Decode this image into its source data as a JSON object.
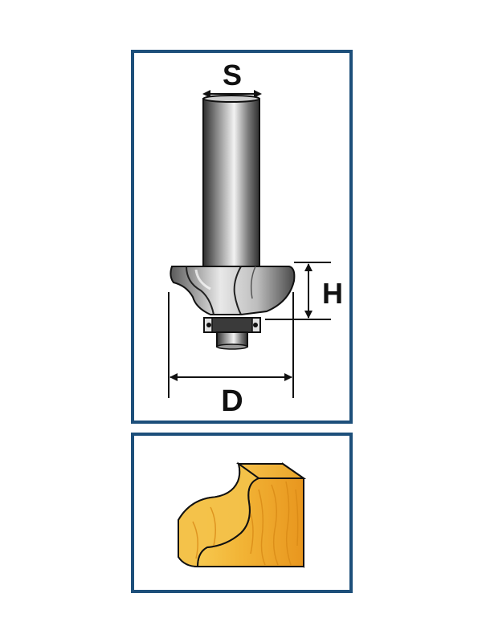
{
  "labels": {
    "shank_diameter": "S",
    "cutting_height": "H",
    "cutting_diameter": "D"
  },
  "colors": {
    "frame": "#1d4f7a",
    "steel_dark": "#3a3a3a",
    "steel_light": "#d9d9d9",
    "wood_light": "#f7c84a",
    "wood_dark": "#e89a1c",
    "outline": "#111111"
  }
}
